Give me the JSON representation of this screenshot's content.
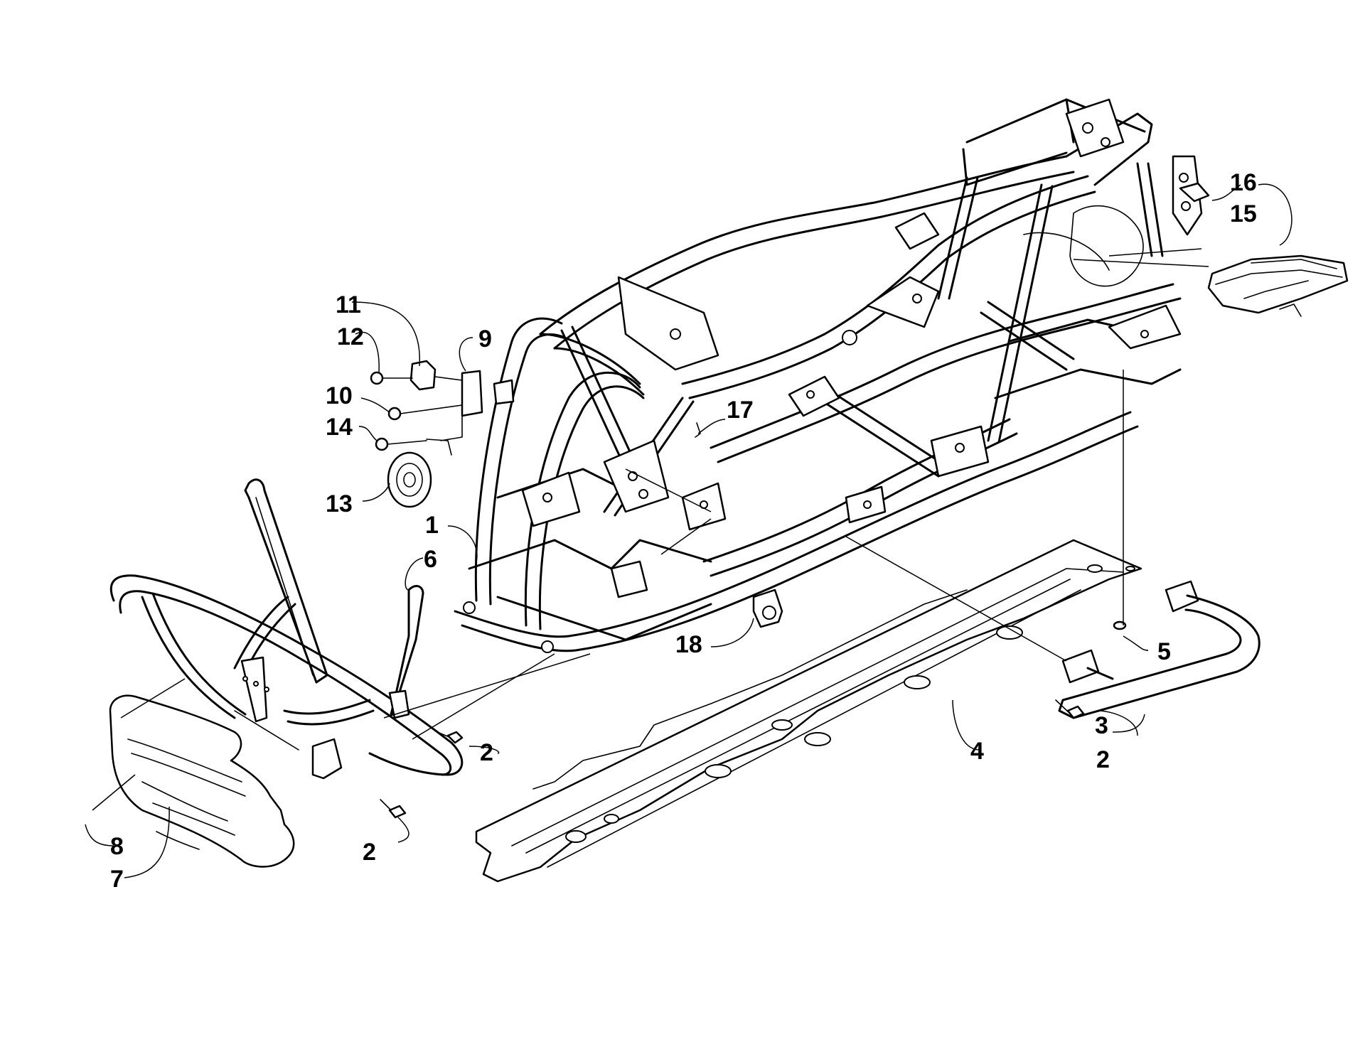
{
  "callouts": {
    "c1": "1",
    "c2a": "2",
    "c2b": "2",
    "c2c": "2",
    "c3": "3",
    "c4": "4",
    "c5": "5",
    "c6": "6",
    "c7": "7",
    "c8": "8",
    "c9": "9",
    "c10": "10",
    "c11": "11",
    "c12": "12",
    "c13": "13",
    "c14": "14",
    "c15": "15",
    "c16": "16",
    "c17": "17",
    "c18": "18"
  }
}
